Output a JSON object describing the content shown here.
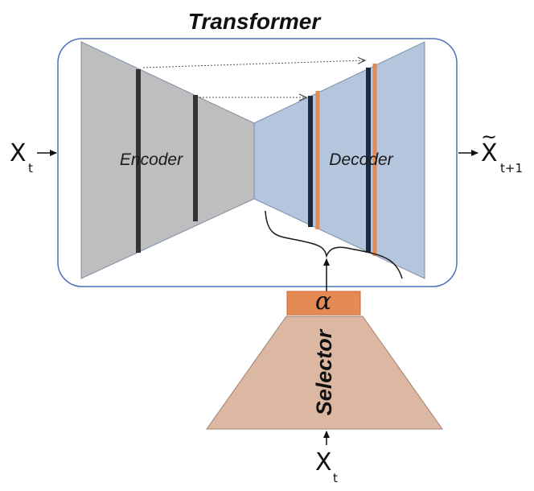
{
  "title": "Transformer",
  "encoder_label": "Encoder",
  "decoder_label": "Decoder",
  "selector_label": "Selector",
  "alpha_symbol": "α",
  "input": {
    "var": "X",
    "sub": "t"
  },
  "output": {
    "var": "X",
    "sub": "t+1",
    "accent": "~"
  },
  "selector_input": {
    "var": "X",
    "sub": "t"
  },
  "colors": {
    "frame": "#4a73b8",
    "encoder_fill": "#bebebe",
    "decoder_fill": "#b4c5de",
    "selector_fill": "#dcb8a3",
    "alpha_fill": "#e48a52",
    "encoder_layer": "#333333",
    "decoder_layer": "#1b2a44",
    "decoder_accent": "#e08a55"
  }
}
